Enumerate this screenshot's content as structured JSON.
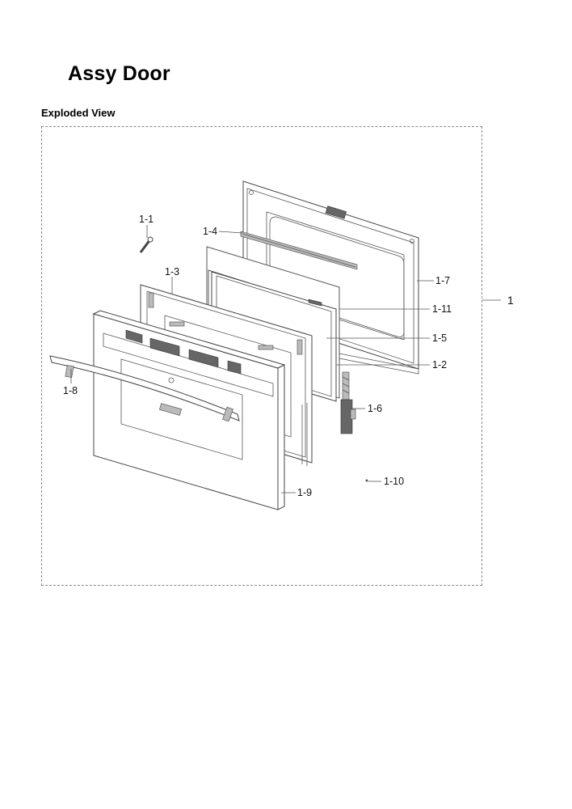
{
  "title": "Assy Door",
  "section": "Exploded View",
  "callouts": {
    "c1_1": "1-1",
    "c1_4": "1-4",
    "c1_3": "1-3",
    "c1_7": "1-7",
    "c1": "1",
    "c1_11": "1-11",
    "c1_5": "1-5",
    "c1_2": "1-2",
    "c1_8": "1-8",
    "c1_6": "1-6",
    "c1_10": "1-10",
    "c1_9": "1-9"
  }
}
